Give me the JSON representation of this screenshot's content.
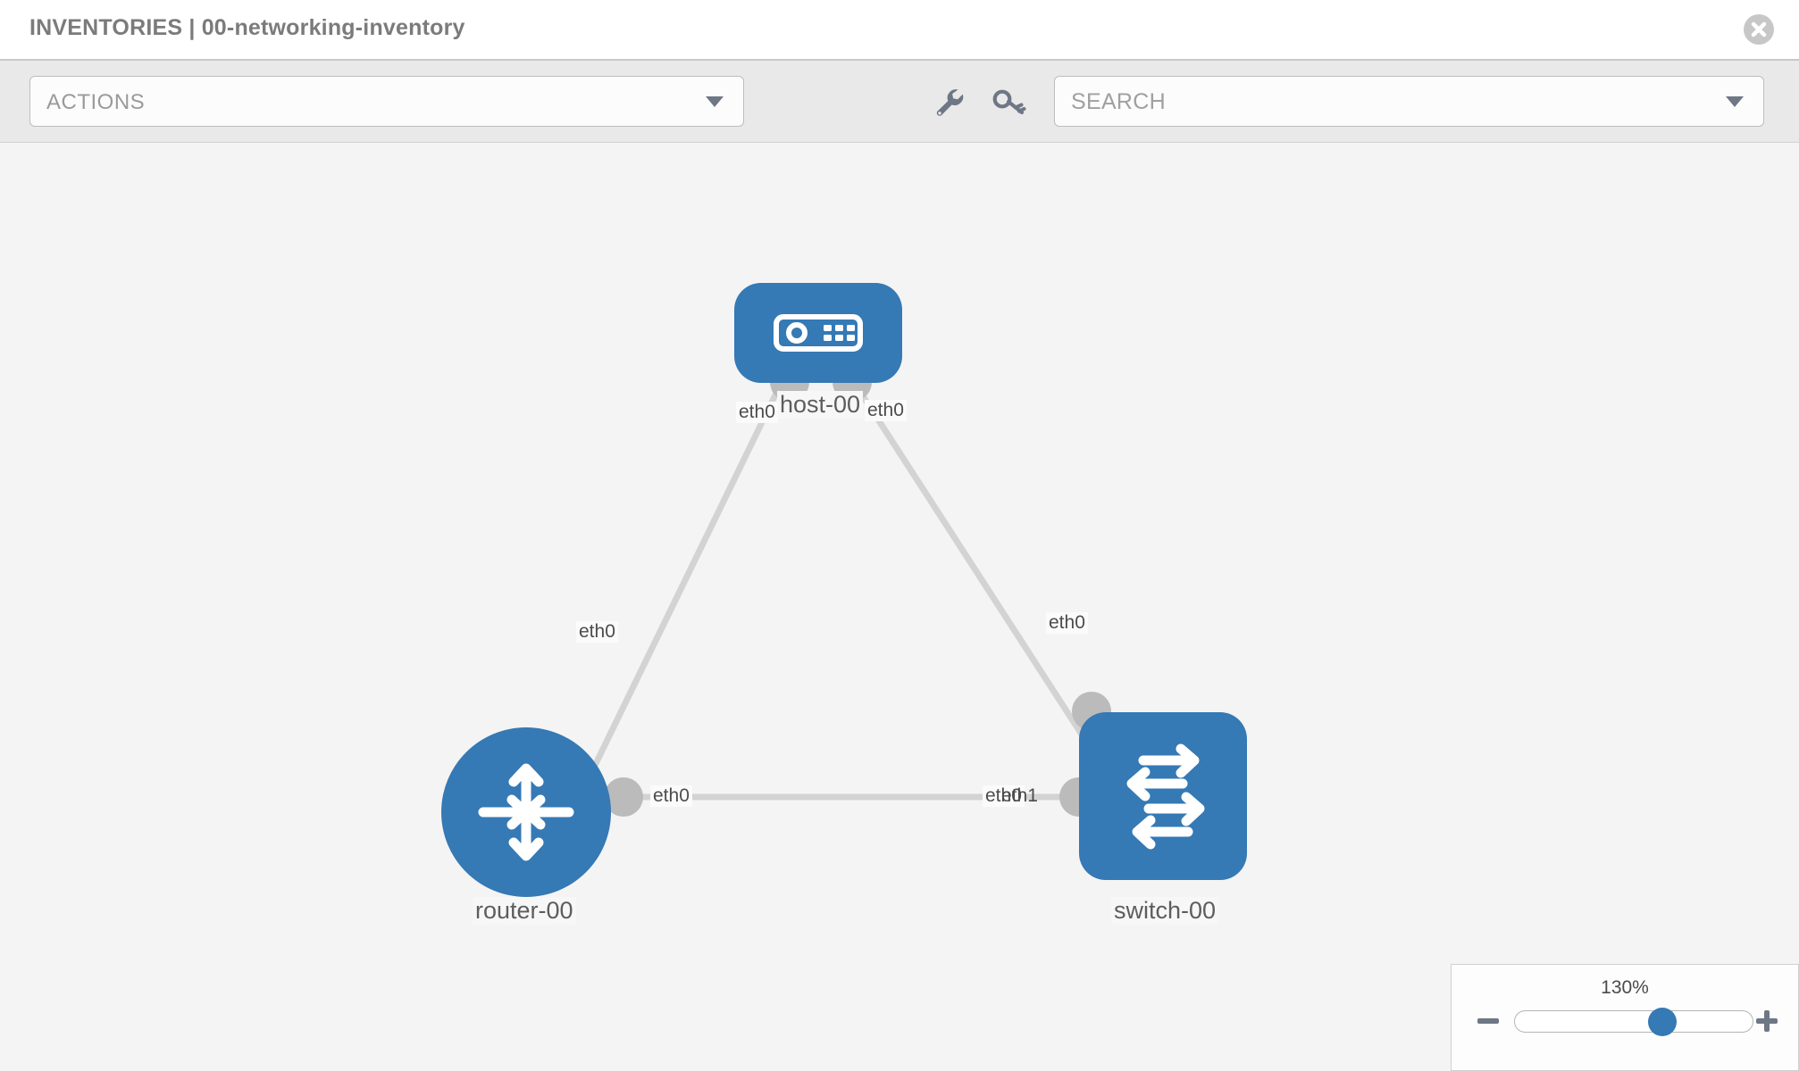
{
  "header": {
    "title": "INVENTORIES | 00-networking-inventory",
    "close_icon": "close-circle-icon"
  },
  "toolbar": {
    "actions_label": "ACTIONS",
    "actions_caret_icon": "chevron-down-icon",
    "wrench_icon": "wrench-icon",
    "key_icon": "key-icon",
    "search_placeholder": "SEARCH",
    "search_caret_icon": "chevron-down-icon"
  },
  "topology": {
    "accent_color": "#3579b5",
    "link_color": "#d3d3d3",
    "interface_color": "#bbbbbb",
    "nodes": [
      {
        "id": "host-00",
        "label": "host-00",
        "icon": "server-icon",
        "shape": "rounded-rect"
      },
      {
        "id": "router-00",
        "label": "router-00",
        "icon": "router-arrows-icon",
        "shape": "circle"
      },
      {
        "id": "switch-00",
        "label": "switch-00",
        "icon": "switch-arrows-icon",
        "shape": "rounded-square"
      }
    ],
    "edges": [
      {
        "from": "host-00",
        "to": "router-00",
        "from_label": "eth0",
        "to_label": "eth0"
      },
      {
        "from": "host-00",
        "to": "switch-00",
        "from_label": "eth0",
        "to_label": "eth0"
      },
      {
        "from": "router-00",
        "to": "switch-00",
        "from_label": "eth0",
        "to_label": "eth1"
      }
    ],
    "edge_labels": {
      "host_left": "eth0",
      "host_right": "eth0",
      "router_up": "eth0",
      "switch_up": "eth0",
      "router_right": "eth0",
      "switch_left_overlap": "eth1",
      "switch_left_under": "eth0"
    }
  },
  "zoom_control": {
    "value": "130%",
    "minus_icon": "minus-icon",
    "plus_icon": "plus-icon",
    "thumb_position_percent": 62
  }
}
